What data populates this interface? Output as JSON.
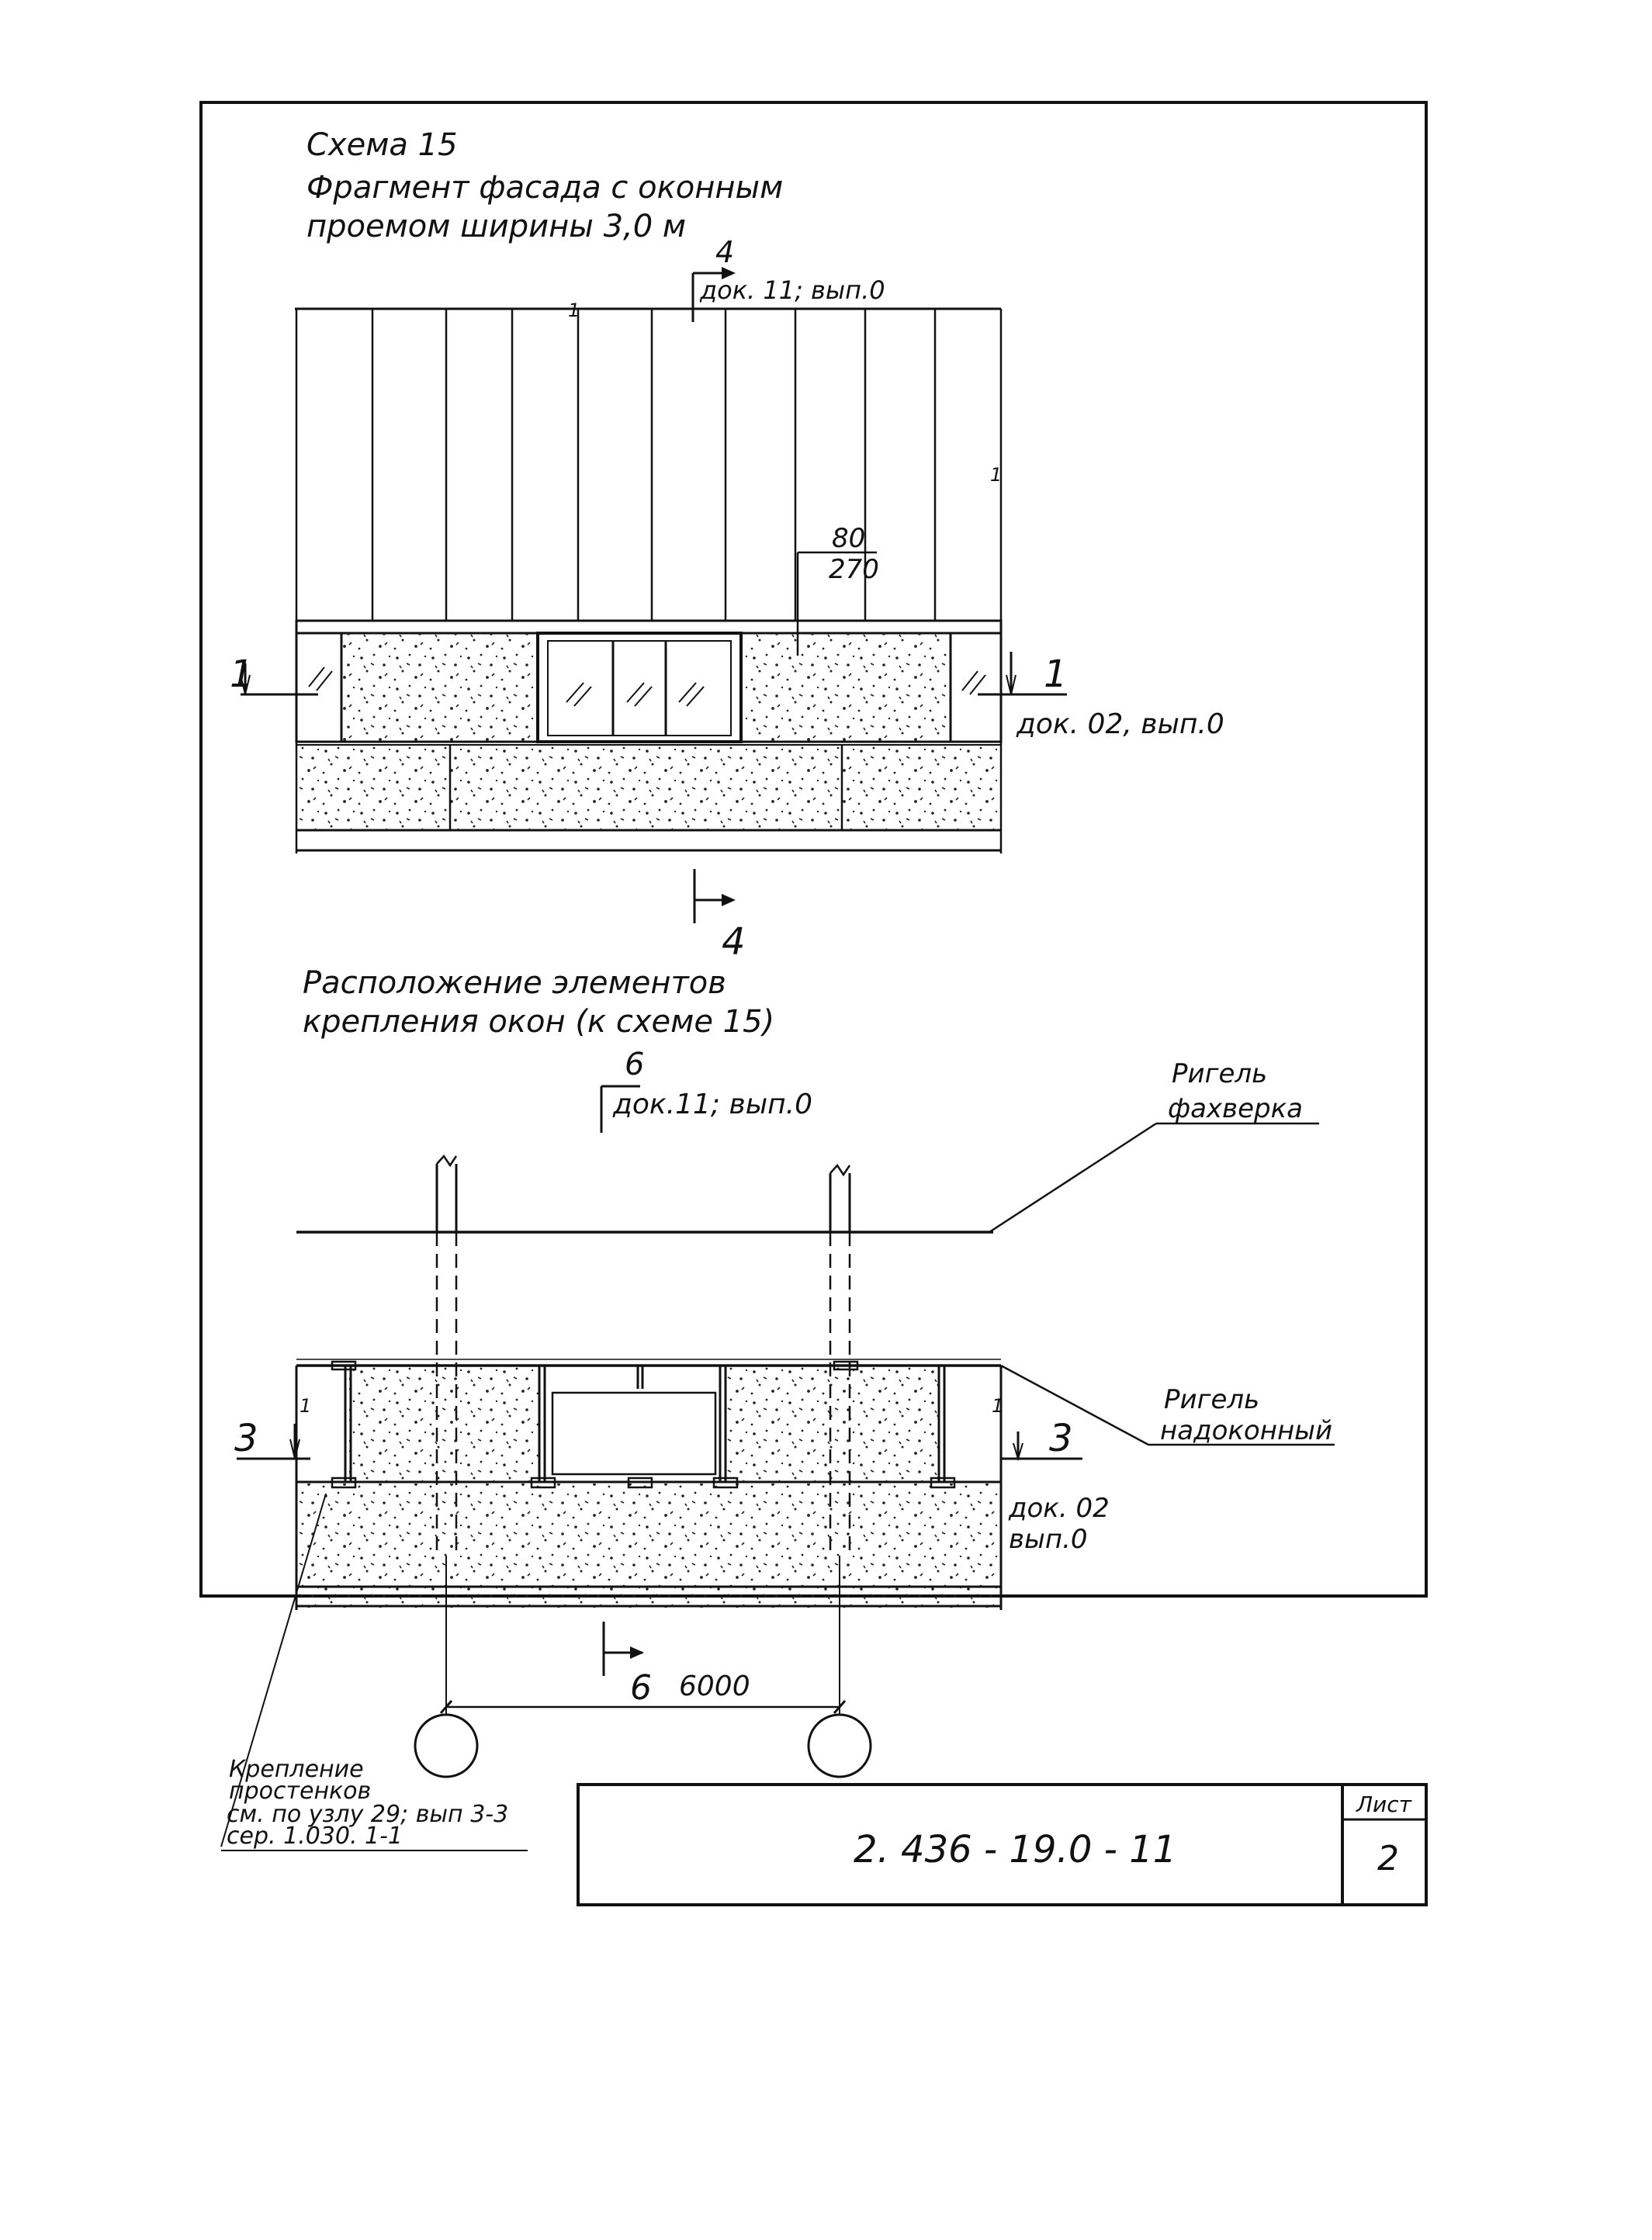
{
  "drawing": {
    "scheme_title": {
      "line1": "Схема 15",
      "line2": "Фрагмент фасада с оконным",
      "line3": "проемом ширины 3,0 м"
    },
    "section_4_top": {
      "number": "4",
      "ref": "док. 11; вып.0"
    },
    "section_4_bottom": {
      "number": "4"
    },
    "label_fraction": {
      "top": "80",
      "bottom": "270"
    },
    "section_1": {
      "left": "1",
      "right": "1",
      "ref": "док. 02, вып.0"
    },
    "break_marks": {
      "top": "1",
      "right": "1",
      "left1": "1",
      "right1": "1"
    },
    "layout_title": {
      "line1": "Расположение элементов",
      "line2": "крепления окон (к схеме 15)"
    },
    "section_6_top": {
      "number": "6",
      "ref": "док.11; вып.0"
    },
    "section_6_bottom": {
      "number": "6"
    },
    "rigel_fakhverka": {
      "line1": "Ригель",
      "line2": "фахверка"
    },
    "rigel_nadokonny": {
      "line1": "Ригель",
      "line2": "надоконный"
    },
    "section_3": {
      "left": "3",
      "right": "3",
      "ref_line1": "док. 02",
      "ref_line2": "вып.0"
    },
    "dimension": "6000",
    "fastening_note": {
      "line1": "Крепление",
      "line2": "простенков",
      "line3": "см. по узлу 29; вып 3-3",
      "line4": "сер. 1.030. 1-1"
    }
  },
  "title_block": {
    "code": "2. 436 - 19.0 - 11",
    "sheet_label": "Лист",
    "sheet_number": "2"
  }
}
